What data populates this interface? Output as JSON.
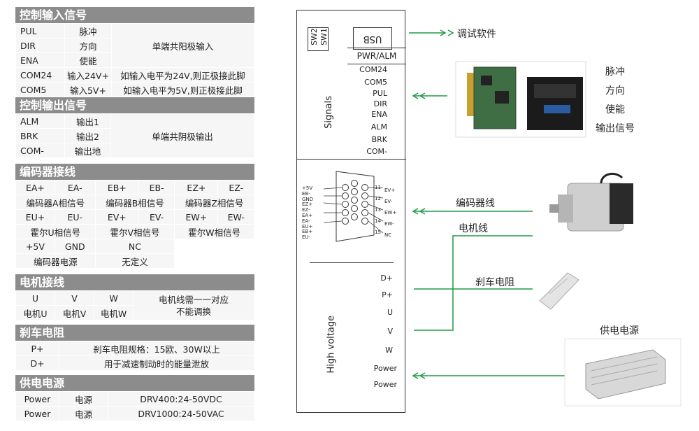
{
  "sections": {
    "control_in": {
      "title": "控制输入信号",
      "rows": [
        [
          "PUL",
          "脉冲"
        ],
        [
          "DIR",
          "方向"
        ],
        [
          "ENA",
          "使能"
        ]
      ],
      "merged": "单端共阳极输入",
      "com24": [
        "COM24",
        "输入24V+",
        "如输入电平为24V,则正极接此脚"
      ],
      "com5": [
        "COM5",
        "输入5V+",
        "如输入电平为5V,则正极接此脚"
      ]
    },
    "control_out": {
      "title": "控制输出信号",
      "rows": [
        [
          "ALM",
          "输出1"
        ],
        [
          "BRK",
          "输出2"
        ],
        [
          "COM-",
          "输出地"
        ]
      ],
      "merged": "单端共阴极输出"
    },
    "encoder": {
      "title": "编码器接线",
      "r1": [
        "EA+",
        "EA-",
        "EB+",
        "EB-",
        "EZ+",
        "EZ-"
      ],
      "r2": [
        "编码器A相信号",
        "编码器B相信号",
        "编码器Z相信号"
      ],
      "r3": [
        "EU+",
        "EU-",
        "EV+",
        "EV-",
        "EW+",
        "EW-"
      ],
      "r4": [
        "霍尔U相信号",
        "霍尔V相信号",
        "霍尔W相信号"
      ],
      "r5": [
        "+5V",
        "GND",
        "NC"
      ],
      "r6": [
        "编码器电源",
        "无定义"
      ]
    },
    "motor": {
      "title": "电机接线",
      "r1": [
        "U",
        "V",
        "W"
      ],
      "r2": [
        "电机U",
        "电机V",
        "电机W"
      ],
      "note": "电机线需一一对应\n不能调换"
    },
    "brake": {
      "title": "刹车电阻",
      "rows": [
        [
          "P+",
          "刹车电阻规格：15欧、30W以上"
        ],
        [
          "D+",
          "用于减速制动时的能量泄放"
        ]
      ]
    },
    "power": {
      "title": "供电电源",
      "rows": [
        [
          "Power",
          "电源",
          "DRV400:24-50VDC"
        ],
        [
          "Power",
          "电源",
          "DRV1000:24-50VAC"
        ]
      ]
    }
  },
  "driver": {
    "sw2": "SW2",
    "sw1": "SW1",
    "usb": "USB",
    "pwr_alm": "PWR/ALM",
    "signals_title": "Signals",
    "signals": [
      "COM24",
      "COM5",
      "PUL",
      "DIR",
      "ENA",
      "ALM",
      "BRK",
      "COM-"
    ],
    "db_left": [
      "+5V",
      "EB-",
      "GND",
      "EZ+",
      "EZ-",
      "EA+",
      "EA-",
      "EU+",
      "EB+",
      "EU-"
    ],
    "db_right_nums": [
      "11",
      "12",
      "13",
      "14",
      "15"
    ],
    "db_right": [
      "EV+",
      "EV-",
      "EW+",
      "EW-",
      "NC"
    ],
    "hv_title": "High voltage",
    "hv": [
      "D+",
      "P+",
      "U",
      "V",
      "W",
      "Power",
      "Power"
    ]
  },
  "right": {
    "debug": "调试软件",
    "plc_labels": [
      "脉冲",
      "方向",
      "使能",
      "输出信号"
    ],
    "encoder_line": "编码器线",
    "motor_line": "电机线",
    "brake_res": "刹车电阻",
    "power_supply": "供电电源"
  },
  "colors": {
    "arrow": "#1e9a46",
    "header": "#8c8c8c"
  }
}
